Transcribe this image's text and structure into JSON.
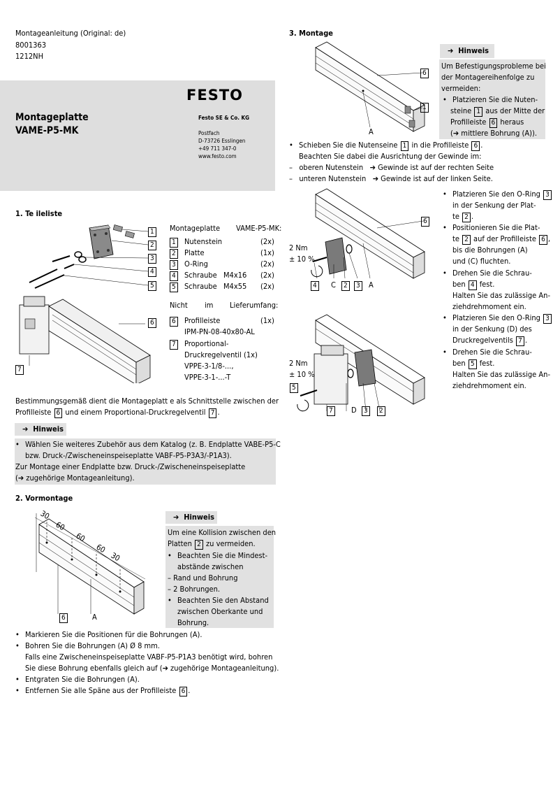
{
  "header": {
    "line1": "Montageanleitung (Original: de)",
    "line2": "8001363",
    "line3": "1212NH"
  },
  "title_band": {
    "logo": "FESTO",
    "title1": "Montageplatte",
    "title2": "VAME-P5-MK",
    "company": "Festo SE & Co. KG",
    "addr1": "Postfach",
    "addr2": "D-73726 Esslingen",
    "addr3": "+49 711 347-0",
    "addr4": "www.festo.com"
  },
  "section1": {
    "heading": "1. Te ileliste",
    "parts_title_a": "Montageplatte",
    "parts_title_b": "VAME-P5-MK:",
    "parts": [
      {
        "n": "1",
        "name": "Nutenstein",
        "spec": "",
        "qty": "(2x)"
      },
      {
        "n": "2",
        "name": "Platte",
        "spec": "",
        "qty": "(1x)"
      },
      {
        "n": "3",
        "name": "O-Ring",
        "spec": "",
        "qty": "(2x)"
      },
      {
        "n": "4",
        "name": "Schraube",
        "spec": "M4x16",
        "qty": "(2x)"
      },
      {
        "n": "5",
        "name": "Schraube",
        "spec": "M4x55",
        "qty": "(2x)"
      }
    ],
    "notincl_a": "Nicht",
    "notincl_b": "im",
    "notincl_c": "Lieferumfang:",
    "p6_name": "Profilleiste",
    "p6_qty": "(1x)",
    "p6_code": "IPM-PN-08-40x80-AL",
    "p7_name": "Proportional-",
    "p7_name2": "Druckregelventil",
    "p7_qty": "(1x)",
    "p7_code1": "VPPE-3-1/8-...,",
    "p7_code2": "VPPE-3-1-...-T",
    "callouts": [
      "1",
      "2",
      "3",
      "4",
      "5",
      "6",
      "7"
    ],
    "use_a": "Bestimmungsgemäß dient die Montageplatt e als Schnittstelle zwischen der",
    "use_b1": "Profilleiste",
    "use_b2": "6",
    "use_b3": "und einem Proportional-Druckregelventil",
    "use_b4": "7",
    "use_b5": "."
  },
  "hint1": {
    "label": "Hinweis",
    "l1": "Wählen Sie weiteres Zubehör aus dem Katalog (z. B. Endplatte VABE-P5-C",
    "l2": "bzw. Druck-/Zwischeneinspeiseplatte VABF-P5-P3A3/-P1A3).",
    "l3": "Zur Montage einer Endplatte bzw. Druck-/Zwischeneinspeiseplatte",
    "l4": "(➔ zugehörige Montageanleitung)."
  },
  "section2": {
    "heading": "2. Vormontage",
    "dims": [
      "30",
      "60",
      "60",
      "60",
      "30"
    ],
    "fig_labels": [
      "6",
      "A"
    ],
    "hint_label": "Hinweis",
    "hint_l1": "Um eine Kollision zwischen den",
    "hint_l2a": "Platten",
    "hint_l2b": "2",
    "hint_l2c": "zu vermeiden.",
    "hint_l3": "Beachten Sie die Mindest-",
    "hint_l4": "abstände zwischen",
    "hint_l5": "– Rand und Bohrung",
    "hint_l6": "– 2 Bohrungen.",
    "hint_l7": "Beachten Sie den Abstand",
    "hint_l8": "zwischen Oberkante und",
    "hint_l9": "Bohrung.",
    "s1": "Markieren Sie die Positionen für die Bohrungen (A).",
    "s2": "Bohren Sie die Bohrungen (A) Ø 8 mm.",
    "s2b": "Falls eine Zwischeneinspeiseplatte VABF-P5-P1A3 benötigt wird, bohren",
    "s2c": "Sie diese Bohrung ebenfalls gleich auf (➔ zugehörige Montageanleitung).",
    "s3": "Entgraten Sie die Bohrungen (A).",
    "s4a": "Entfernen Sie alle Späne aus der Profilleiste",
    "s4b": "6",
    "s4c": "."
  },
  "section3": {
    "heading": "3. Montage",
    "hint_label": "Hinweis",
    "h1": "Um Befestigungsprobleme bei",
    "h2": "der Montagereihenfolge zu",
    "h3": "vermeiden:",
    "h4": "Platzieren Sie die Nuten-",
    "h5a": "steine",
    "h5b": "1",
    "h5c": "aus der Mitte der",
    "h6a": "Profilleiste",
    "h6b": "6",
    "h6c": "heraus",
    "h7": "(➔ mittlere Bohrung (A)).",
    "fig1_labels": [
      "6",
      "1",
      "A"
    ],
    "m1a": "Schieben Sie die Nutenseine",
    "m1b": "1",
    "m1c": "in die Profilleiste",
    "m1d": "6",
    "m1e": ".",
    "m2": "Beachten Sie dabei die Ausrichtung der Gewinde im:",
    "m3a": "oberen Nutenstein",
    "m3b": "➔ Gewinde ist auf der rechten Seite",
    "m4a": "unteren Nutenstein",
    "m4b": "➔ Gewinde ist auf der linken Seite.",
    "torque": "2 Nm",
    "tol": "± 10 %",
    "fig2_labels": [
      "6",
      "4",
      "C",
      "2",
      "3",
      "A"
    ],
    "fig3_labels": [
      "5",
      "7",
      "D",
      "3",
      "2"
    ],
    "r1": "Platzieren Sie den O-Ring",
    "r1b": "3",
    "r2": "in der Senkung der Plat-",
    "r3a": "te",
    "r3b": "2",
    "r3c": ".",
    "r4": "Positionieren Sie die Plat-",
    "r5a": "te",
    "r5b": "2",
    "r5c": "auf der Profilleiste",
    "r5d": "6",
    "r5e": ",",
    "r6": "bis die Bohrungen (A)",
    "r7": "und (C) fluchten.",
    "r8": "Drehen Sie die Schrau-",
    "r9a": "ben",
    "r9b": "4",
    "r9c": "fest.",
    "r10": "Halten Sie das zulässige An-",
    "r11": "ziehdrehmoment ein.",
    "r12": "Platzieren Sie den O-Ring",
    "r12b": "3",
    "r13": "in der Senkung (D) des",
    "r14a": "Druckregelventils",
    "r14b": "7",
    "r14c": ".",
    "r15": "Drehen Sie die Schrau-",
    "r16a": "ben",
    "r16b": "5",
    "r16c": "fest.",
    "r17": "Halten Sie das zulässige An-",
    "r18": "ziehdrehmoment ein."
  }
}
